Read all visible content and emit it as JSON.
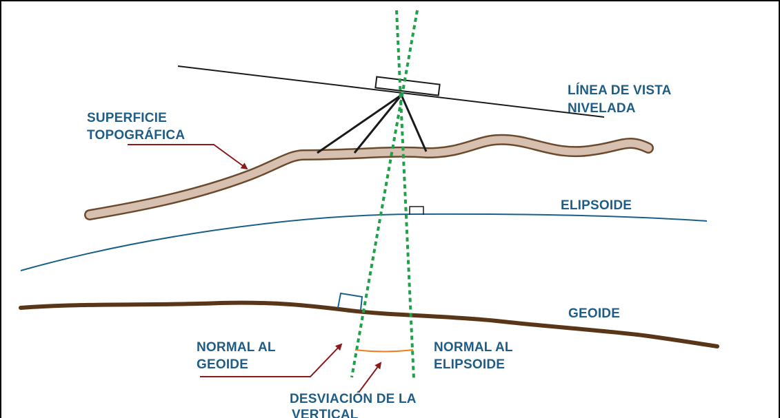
{
  "labels": {
    "linea_vista_1": "LÍNEA DE VISTA",
    "linea_vista_2": "NIVELADA",
    "superficie_1": "SUPERFICIE",
    "superficie_2": "TOPOGRÁFICA",
    "elipsoide": "ELIPSOIDE",
    "geoide": "GEOIDE",
    "normal_geoide_1": "NORMAL AL",
    "normal_geoide_2": "GEOIDE",
    "normal_elipsoide_1": "NORMAL AL",
    "normal_elipsoide_2": "ELIPSOIDE",
    "desviacion_1": "DESVIACIÓN DE LA",
    "desviacion_2": "VERTICAL"
  },
  "colors": {
    "label_text": "#1f5d86",
    "topographic_fill": "#d7c0b0",
    "topographic_edge": "#6b4a2e",
    "ellipsoid": "#1a5f86",
    "geoid": "#5a3618",
    "normal_lines": "#1fa04a",
    "arrow": "#8b1a1a",
    "deflection_arc": "#f07c1f",
    "instrument": "#1a1a1a"
  }
}
